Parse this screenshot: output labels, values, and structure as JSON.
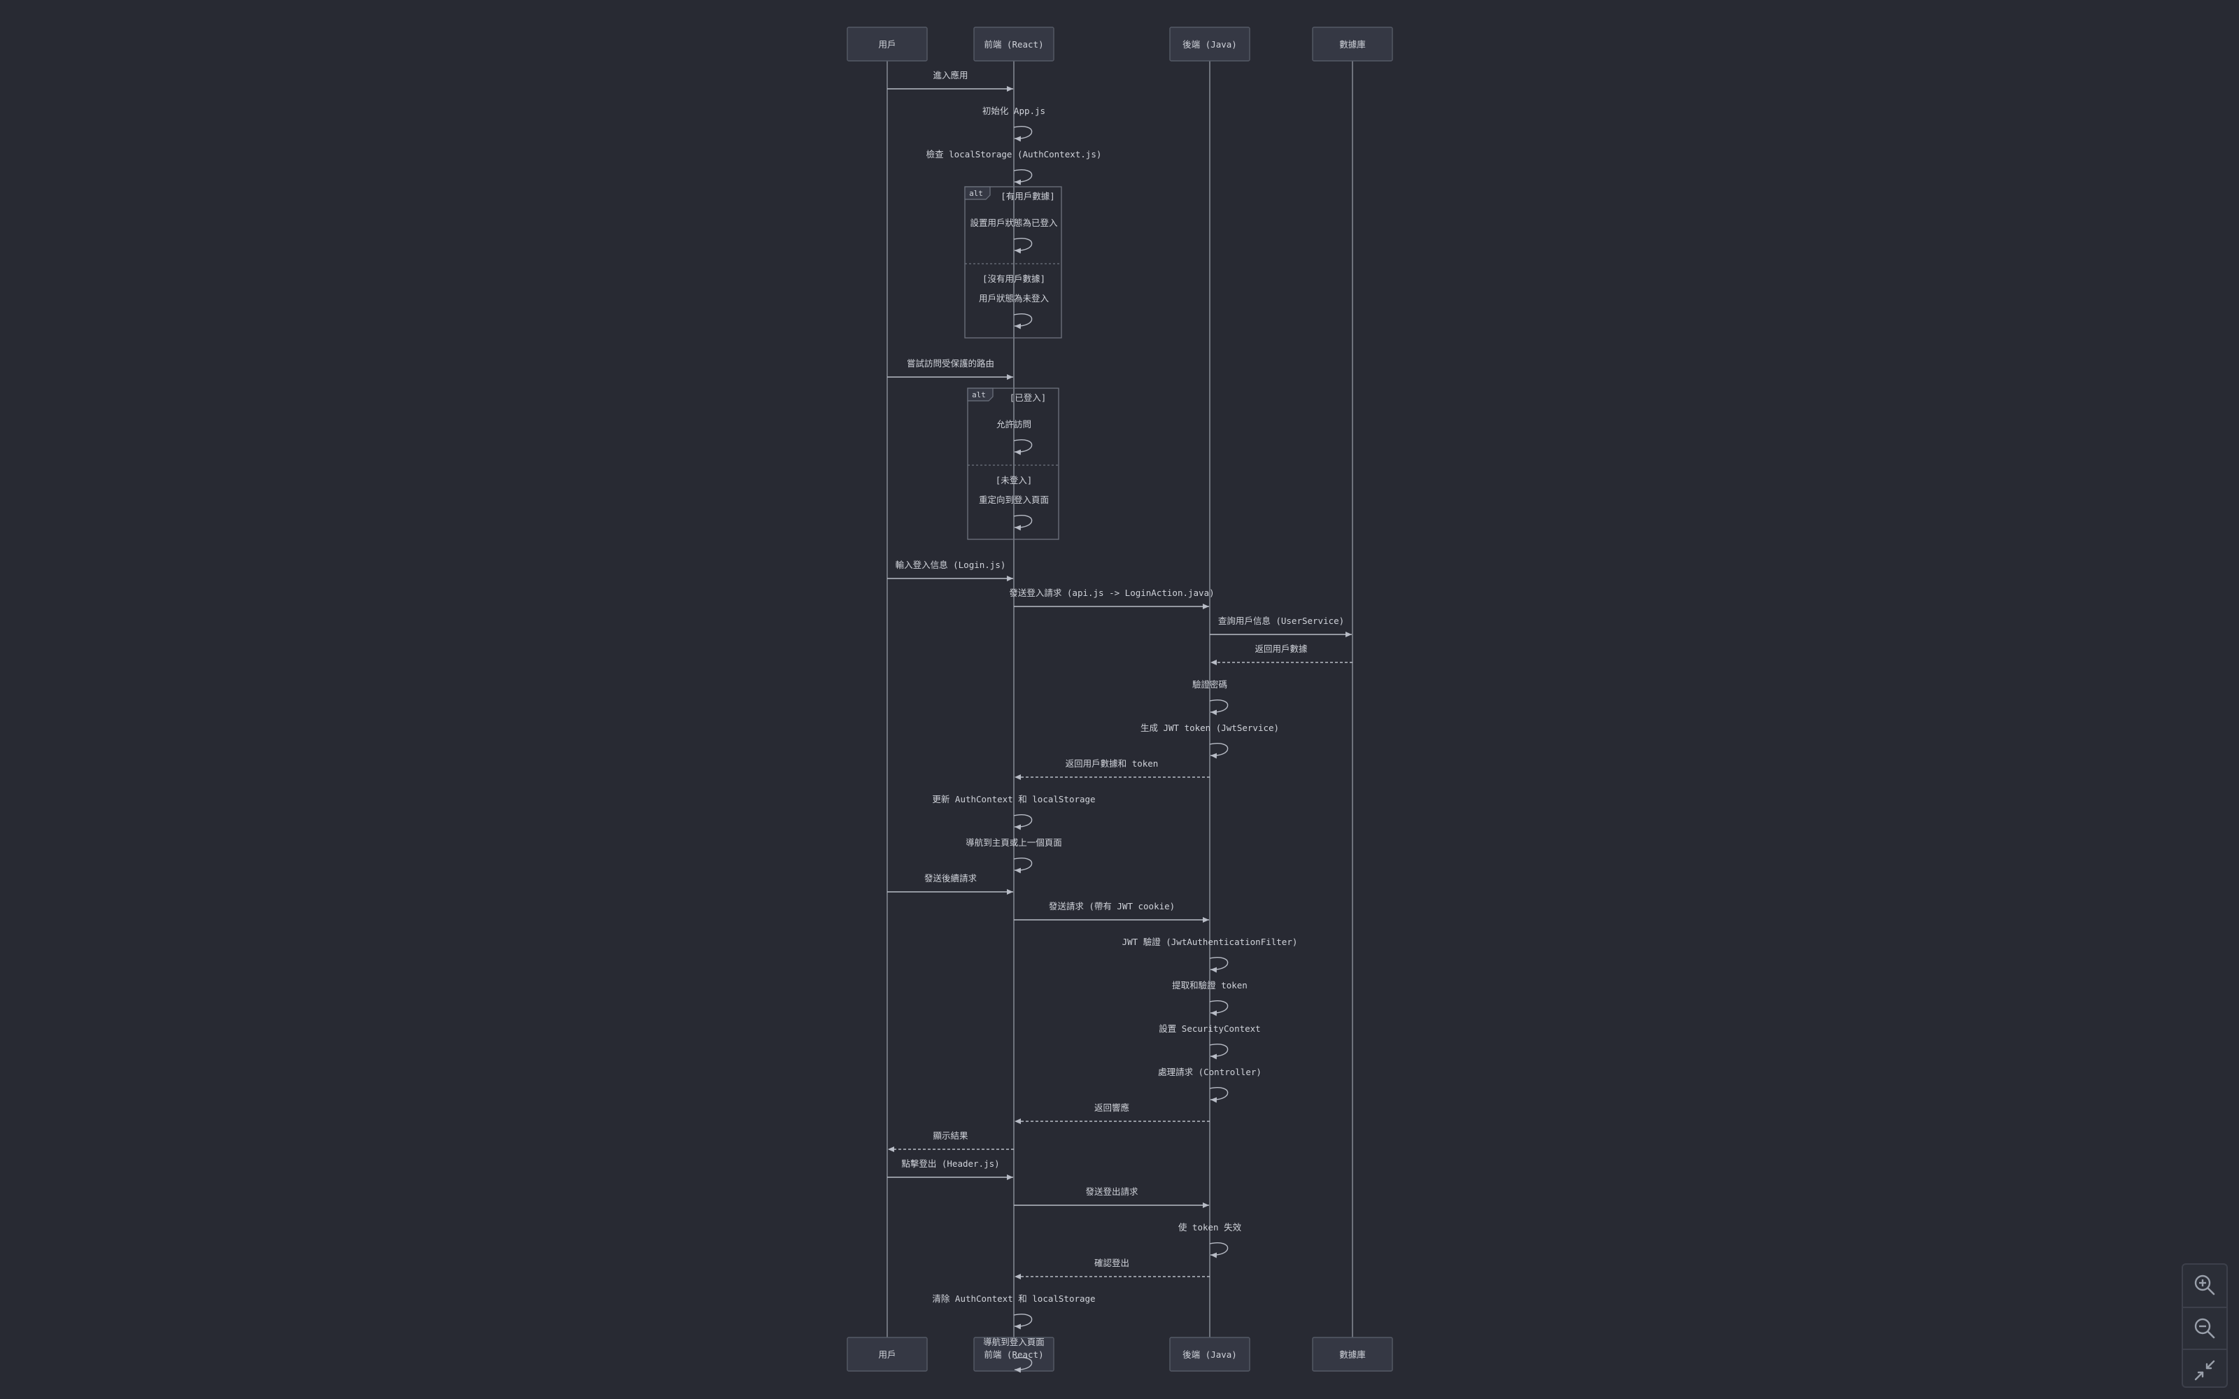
{
  "participants": [
    {
      "id": "user",
      "label": "用戶"
    },
    {
      "id": "fe",
      "label": "前端 (React)"
    },
    {
      "id": "be",
      "label": "後端 (Java)"
    },
    {
      "id": "db",
      "label": "數據庫"
    }
  ],
  "steps": [
    {
      "from": "user",
      "to": "fe",
      "label": "進入應用",
      "style": "solid"
    },
    {
      "from": "fe",
      "to": "fe",
      "label": "初始化 App.js",
      "style": "solid"
    },
    {
      "from": "fe",
      "to": "fe",
      "label": "檢查 localStorage (AuthContext.js)",
      "style": "solid"
    },
    {
      "frame": "alt",
      "kw": "alt",
      "sections": [
        {
          "condition": "[有用戶數據]",
          "steps": [
            {
              "from": "fe",
              "to": "fe",
              "label": "設置用戶狀態為已登入",
              "style": "solid"
            }
          ]
        },
        {
          "condition": "[沒有用戶數據]",
          "steps": [
            {
              "from": "fe",
              "to": "fe",
              "label": "用戶狀態為未登入",
              "style": "solid"
            }
          ]
        }
      ]
    },
    {
      "from": "user",
      "to": "fe",
      "label": "嘗試訪問受保護的路由",
      "style": "solid"
    },
    {
      "frame": "alt",
      "kw": "alt",
      "sections": [
        {
          "condition": "[已登入]",
          "steps": [
            {
              "from": "fe",
              "to": "fe",
              "label": "允許訪問",
              "style": "solid"
            }
          ]
        },
        {
          "condition": "[未登入]",
          "steps": [
            {
              "from": "fe",
              "to": "fe",
              "label": "重定向到登入頁面",
              "style": "solid"
            }
          ]
        }
      ]
    },
    {
      "from": "user",
      "to": "fe",
      "label": "輸入登入信息 (Login.js)",
      "style": "solid"
    },
    {
      "from": "fe",
      "to": "be",
      "label": "發送登入請求 (api.js -> LoginAction.java)",
      "style": "solid"
    },
    {
      "from": "be",
      "to": "db",
      "label": "查詢用戶信息 (UserService)",
      "style": "solid"
    },
    {
      "from": "db",
      "to": "be",
      "label": "返回用戶數據",
      "style": "dashed"
    },
    {
      "from": "be",
      "to": "be",
      "label": "驗證密碼",
      "style": "solid"
    },
    {
      "from": "be",
      "to": "be",
      "label": "生成 JWT token (JwtService)",
      "style": "solid"
    },
    {
      "from": "be",
      "to": "fe",
      "label": "返回用戶數據和 token",
      "style": "dashed"
    },
    {
      "from": "fe",
      "to": "fe",
      "label": "更新 AuthContext 和 localStorage",
      "style": "solid"
    },
    {
      "from": "fe",
      "to": "fe",
      "label": "導航到主頁或上一個頁面",
      "style": "solid"
    },
    {
      "from": "user",
      "to": "fe",
      "label": "發送後續請求",
      "style": "solid"
    },
    {
      "from": "fe",
      "to": "be",
      "label": "發送請求 (帶有 JWT cookie)",
      "style": "solid"
    },
    {
      "from": "be",
      "to": "be",
      "label": "JWT 驗證 (JwtAuthenticationFilter)",
      "style": "solid"
    },
    {
      "from": "be",
      "to": "be",
      "label": "提取和驗證 token",
      "style": "solid"
    },
    {
      "from": "be",
      "to": "be",
      "label": "設置 SecurityContext",
      "style": "solid"
    },
    {
      "from": "be",
      "to": "be",
      "label": "處理請求 (Controller)",
      "style": "solid"
    },
    {
      "from": "be",
      "to": "fe",
      "label": "返回響應",
      "style": "dashed"
    },
    {
      "from": "fe",
      "to": "user",
      "label": "顯示結果",
      "style": "dashed"
    },
    {
      "from": "user",
      "to": "fe",
      "label": "點擊登出 (Header.js)",
      "style": "solid"
    },
    {
      "from": "fe",
      "to": "be",
      "label": "發送登出請求",
      "style": "solid"
    },
    {
      "from": "be",
      "to": "be",
      "label": "使 token 失效",
      "style": "solid"
    },
    {
      "from": "be",
      "to": "fe",
      "label": "確認登出",
      "style": "dashed"
    },
    {
      "from": "fe",
      "to": "fe",
      "label": "清除 AuthContext 和 localStorage",
      "style": "solid"
    },
    {
      "from": "fe",
      "to": "fe",
      "label": "導航到登入頁面",
      "style": "solid"
    }
  ],
  "controls": [
    {
      "name": "zoom-in",
      "icon": "zoom-in-icon"
    },
    {
      "name": "zoom-out",
      "icon": "zoom-out-icon"
    },
    {
      "name": "reset-view",
      "icon": "collapse-icon"
    }
  ],
  "colors": {
    "background": "#282a33",
    "box_fill": "#353844",
    "box_stroke": "#555a66",
    "line": "#b8bcc6",
    "text": "#d0d3da",
    "frame": "#6e737f"
  }
}
